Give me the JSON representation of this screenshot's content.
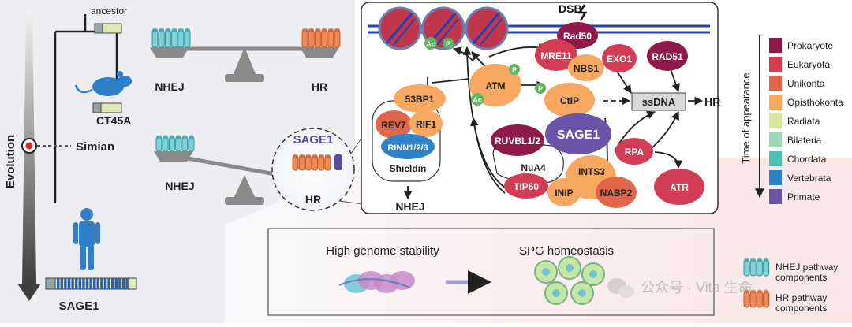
{
  "left_panel": {
    "evolution_label": "Evolution",
    "ancestor_label": "ancestor",
    "ct45a_label": "CT45A",
    "simian_label": "Simian",
    "sage1_gene_label": "SAGE1"
  },
  "balance_top": {
    "left_label": "NHEJ",
    "right_label": "HR"
  },
  "balance_bottom": {
    "left_label": "NHEJ",
    "right_label": "HR",
    "sage1_label": "SAGE1"
  },
  "mechanism": {
    "dsb_label": "DSB",
    "proteins": {
      "rad50": "Rad50",
      "mre11": "MRE11",
      "nbs1": "NBS1",
      "exo1": "EXO1",
      "rad51": "RAD51",
      "atm": "ATM",
      "ctip": "CtIP",
      "p53bp1": "53BP1",
      "rev7": "REV7",
      "rif1": "RIF1",
      "rinn": "RINN1/2/3",
      "shieldin": "Shieldin",
      "ruvbl": "RUVBL1/2",
      "sage1": "SAGE1",
      "nua4": "NuA4",
      "tip60": "TIP60",
      "ints3": "INTS3",
      "inip": "INIP",
      "nabp2": "NABP2",
      "rpa": "RPA",
      "atr": "ATR"
    },
    "mod_ac": "Ac",
    "mod_p": "P",
    "ssdna_label": "ssDNA",
    "hr_outcome": "HR",
    "nhej_outcome": "NHEJ"
  },
  "legend_time": {
    "axis_label": "Time of appearance",
    "items": [
      {
        "label": "Prokaryote",
        "color": "#8e1a4a"
      },
      {
        "label": "Eukaryota",
        "color": "#d23c55"
      },
      {
        "label": "Unikonta",
        "color": "#e2674a"
      },
      {
        "label": "Opisthokonta",
        "color": "#f7a860"
      },
      {
        "label": "Radiata",
        "color": "#d9e6a0"
      },
      {
        "label": "Bilateria",
        "color": "#9cd8b2"
      },
      {
        "label": "Chordata",
        "color": "#4fbfb3"
      },
      {
        "label": "Vertebrata",
        "color": "#2f82c7"
      },
      {
        "label": "Primate",
        "color": "#6a54a8"
      }
    ]
  },
  "bottom_box": {
    "left_label": "High genome stability",
    "right_label": "SPG homeostasis"
  },
  "legend_pathway": {
    "nhej_label_1": "NHEJ pathway",
    "nhej_label_2": "components",
    "hr_label_1": "HR pathway",
    "hr_label_2": "components"
  },
  "watermark": "公众号 · Vita 生命"
}
